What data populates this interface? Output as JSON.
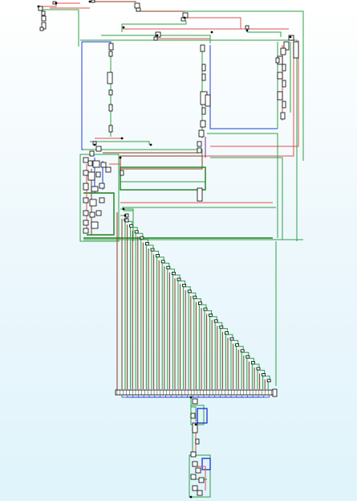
{
  "diagram": {
    "kind": "circuit-schematic",
    "wire_colors": {
      "red": "#e0524f",
      "green": "#2ea043",
      "dark_green": "#1a7f1a",
      "blue": "#1f3fd6",
      "brown": "#8b3a1a",
      "purple": "#7a2a8a"
    },
    "ladder_rung_count": 28,
    "bus_port_count": 52
  }
}
